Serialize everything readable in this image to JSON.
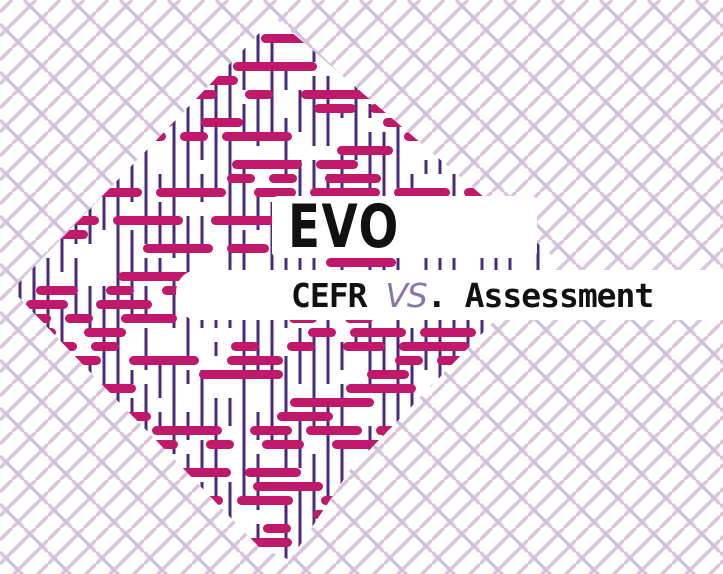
{
  "banner": {
    "title": "EVO",
    "subtitle_left": "CEFR ",
    "subtitle_vs": "VS",
    "subtitle_right": ". Assessment"
  },
  "colors": {
    "maze_bars": "#c0186a",
    "maze_lines": "#4a2a7a",
    "background_pattern": "#d9c4dc",
    "vs_text": "#8a77aa",
    "title_text": "#111111"
  }
}
